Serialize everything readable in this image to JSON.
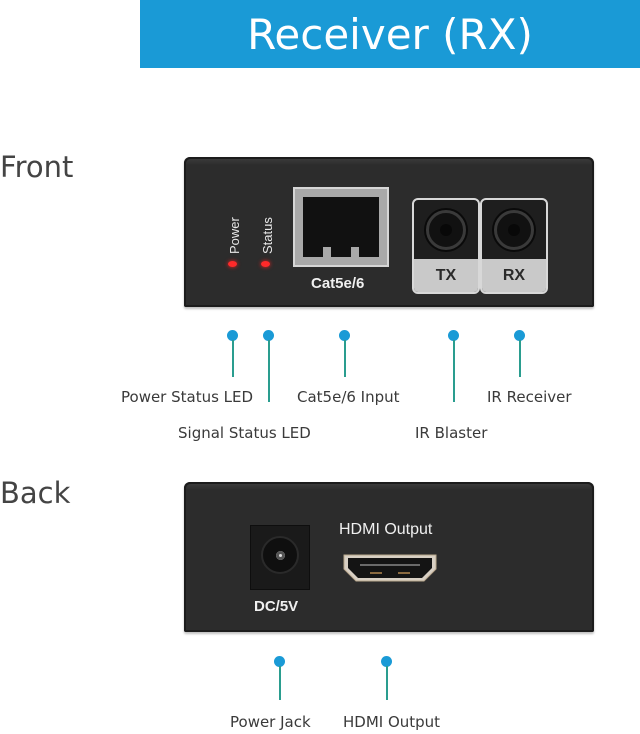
{
  "header": {
    "title": "Receiver (RX)",
    "background_color": "#1a9ad6"
  },
  "front": {
    "section_label": "Front",
    "device": {
      "led_labels": [
        "Power",
        "Status"
      ],
      "led_color": "#ff2a2a",
      "rj45_label": "Cat5e/6",
      "ir_ports": [
        "TX",
        "RX"
      ]
    },
    "callouts": [
      {
        "label": "Power Status LED"
      },
      {
        "label": "Signal Status LED"
      },
      {
        "label": "Cat5e/6 Input"
      },
      {
        "label": "IR Blaster"
      },
      {
        "label": "IR Receiver"
      }
    ]
  },
  "back": {
    "section_label": "Back",
    "device": {
      "dc_label": "DC/5V",
      "hdmi_label": "HDMI Output"
    },
    "callouts": [
      {
        "label": "Power Jack"
      },
      {
        "label": "HDMI Output"
      }
    ]
  },
  "colors": {
    "accent_blue": "#1a9ad6",
    "callout_line": "#2a9d8f",
    "device_body": "#2c2c2c"
  }
}
